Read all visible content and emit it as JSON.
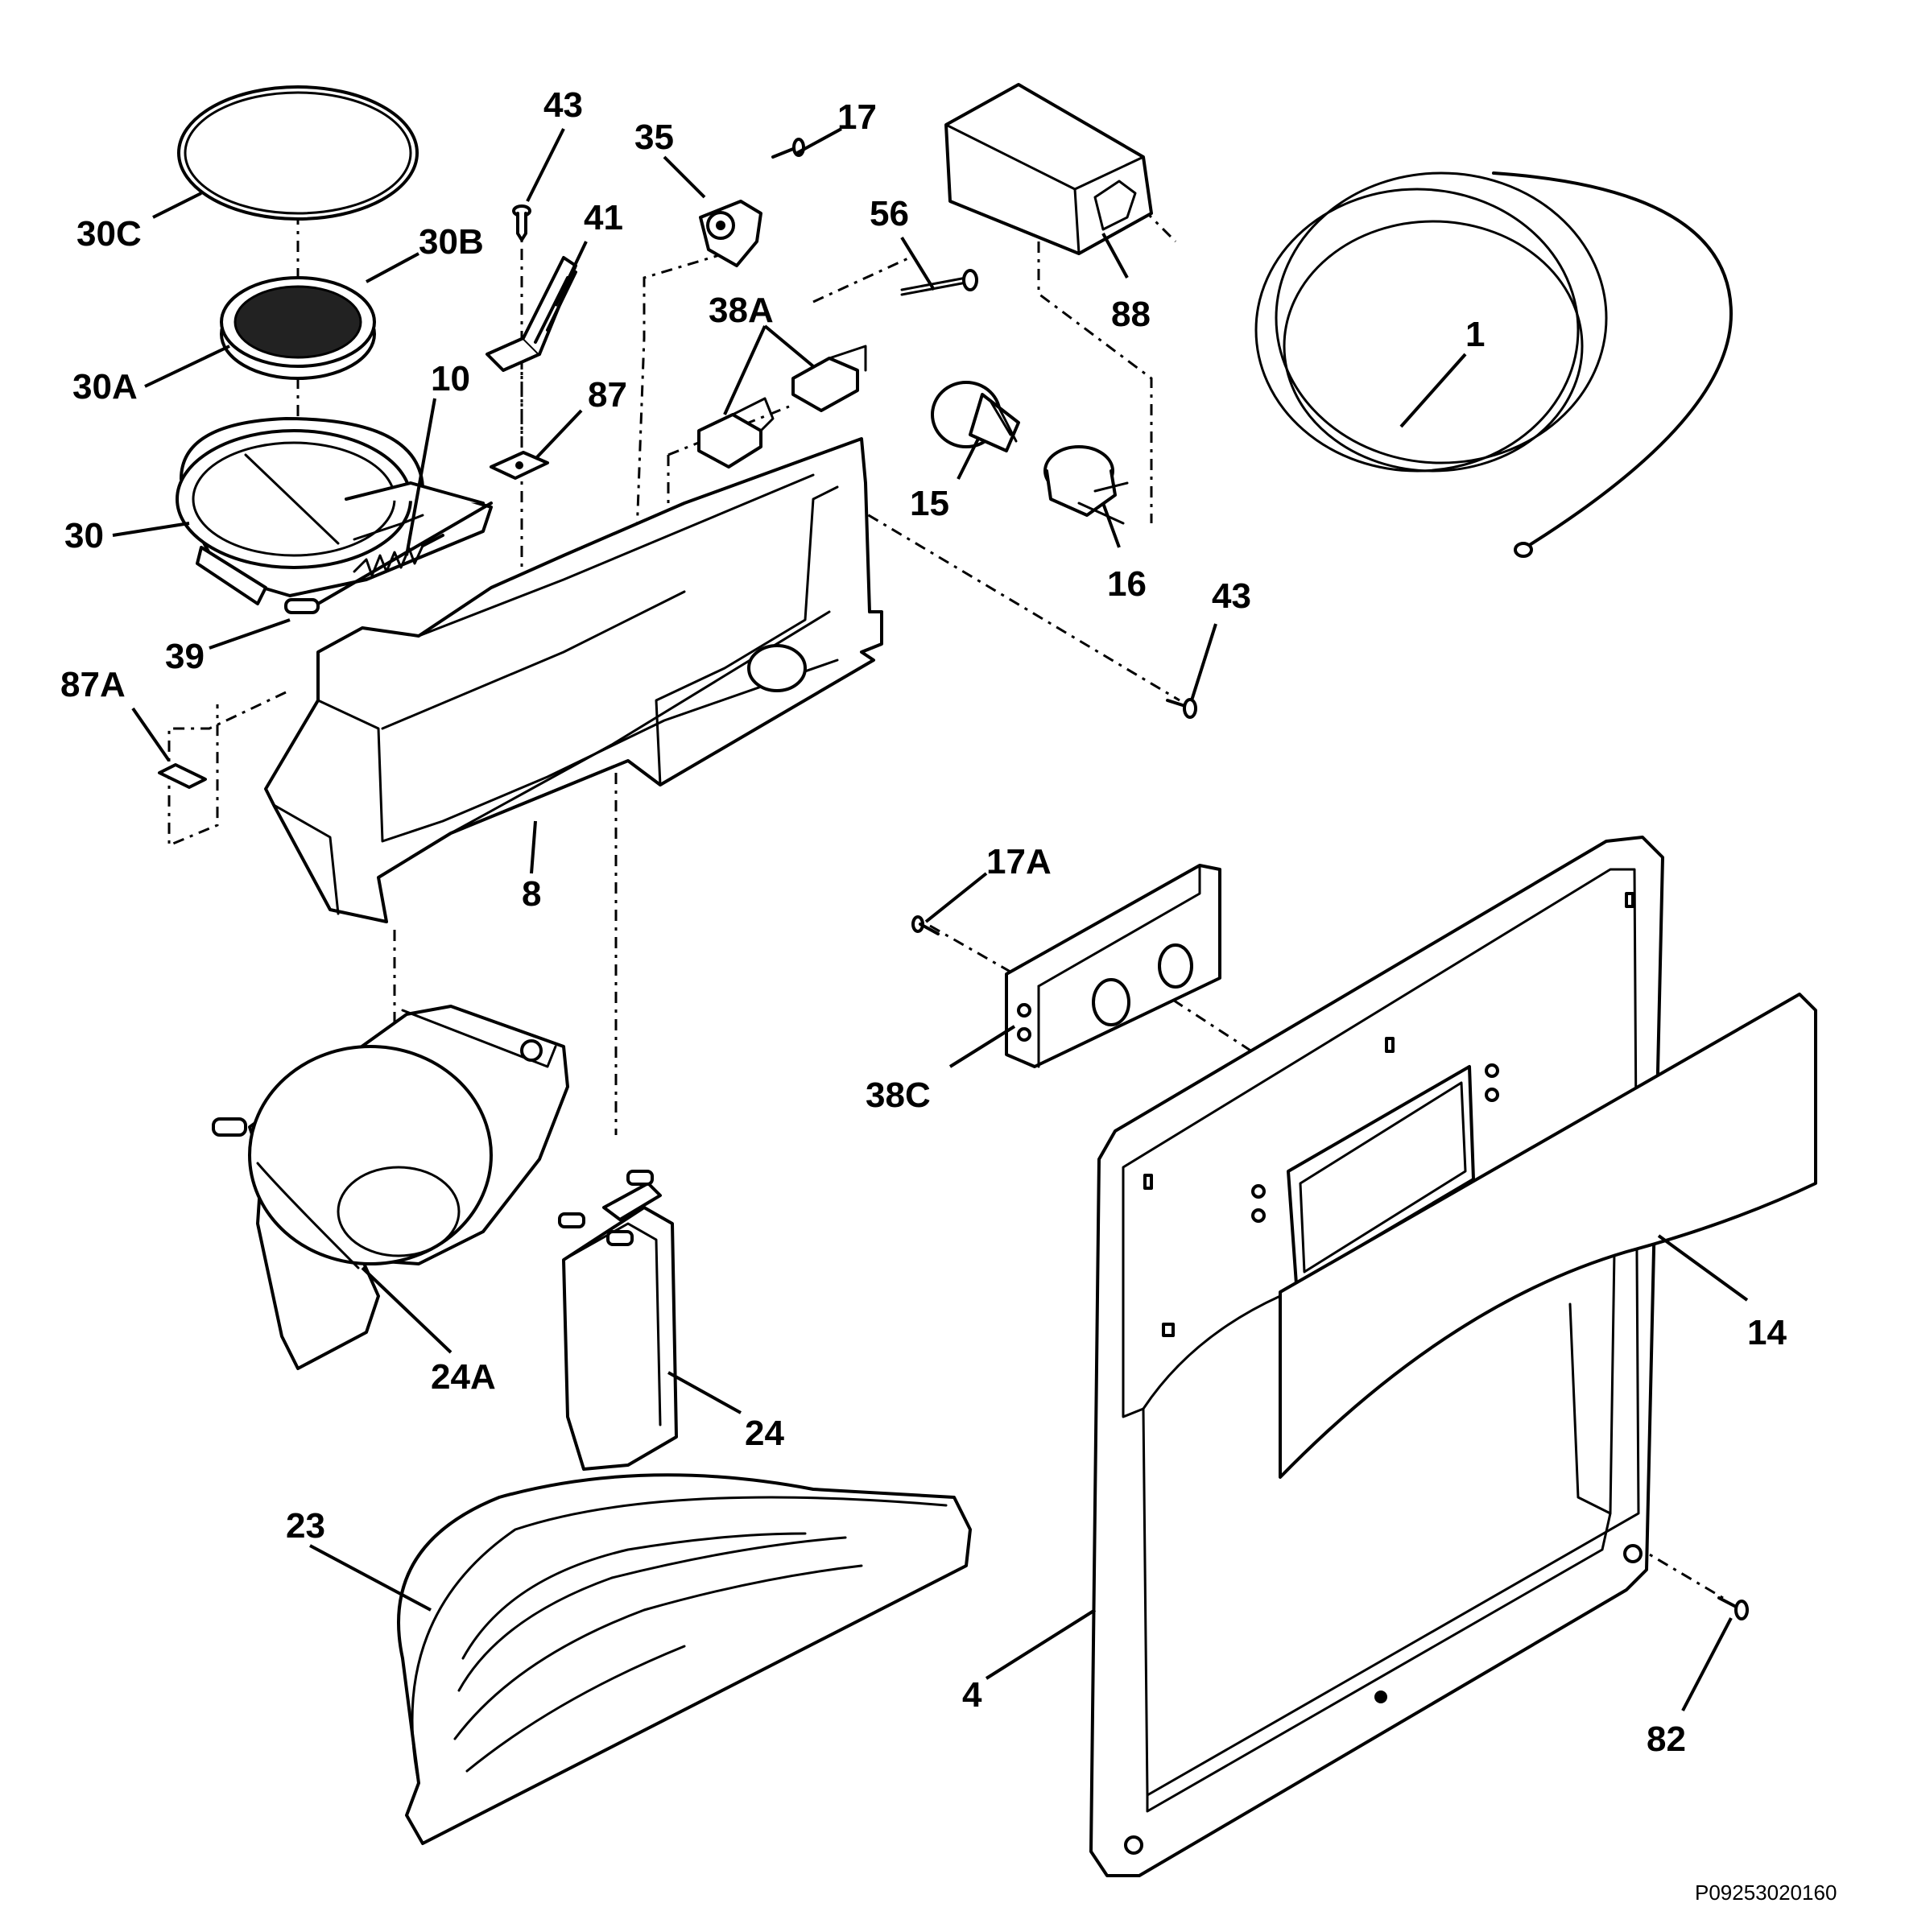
{
  "diagram": {
    "document_id": "P09253020160",
    "callouts": [
      "30C",
      "30B",
      "30A",
      "30",
      "10",
      "39",
      "43",
      "41",
      "87",
      "87A",
      "8",
      "35",
      "17",
      "38A",
      "56",
      "88",
      "15",
      "16",
      "1",
      "43",
      "17A",
      "38C",
      "24A",
      "24",
      "23",
      "4",
      "82",
      "14"
    ]
  }
}
